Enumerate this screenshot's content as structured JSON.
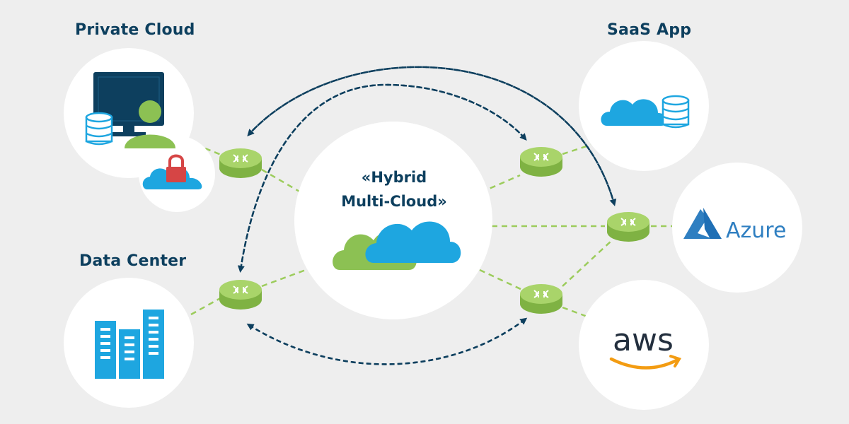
{
  "labels": {
    "private_cloud": "Private Cloud",
    "saas_app": "SaaS App",
    "data_center": "Data Center",
    "center_line1": "«Hybrid",
    "center_line2": "Multi-Cloud»",
    "azure": "Azure",
    "aws": "aws"
  },
  "colors": {
    "background": "#eeeeee",
    "text": "#0d3f5e",
    "router": "#9ccc5c",
    "link_green": "#9ccc5c",
    "link_blue": "#0d3f5e",
    "cloud_blue": "#1ea6e0",
    "cloud_green": "#8cc153",
    "lock_red": "#d64545",
    "azure_blue": "#2f7fc1",
    "aws_orange": "#f39c12"
  },
  "icons": {
    "private_cloud": [
      "monitor-icon",
      "user-icon",
      "database-icon"
    ],
    "secure_cloud": [
      "cloud-icon",
      "lock-icon"
    ],
    "saas_app": [
      "cloud-icon",
      "database-icon"
    ],
    "data_center": "buildings-icon",
    "center": "double-cloud-icon",
    "router": "router-icon"
  }
}
